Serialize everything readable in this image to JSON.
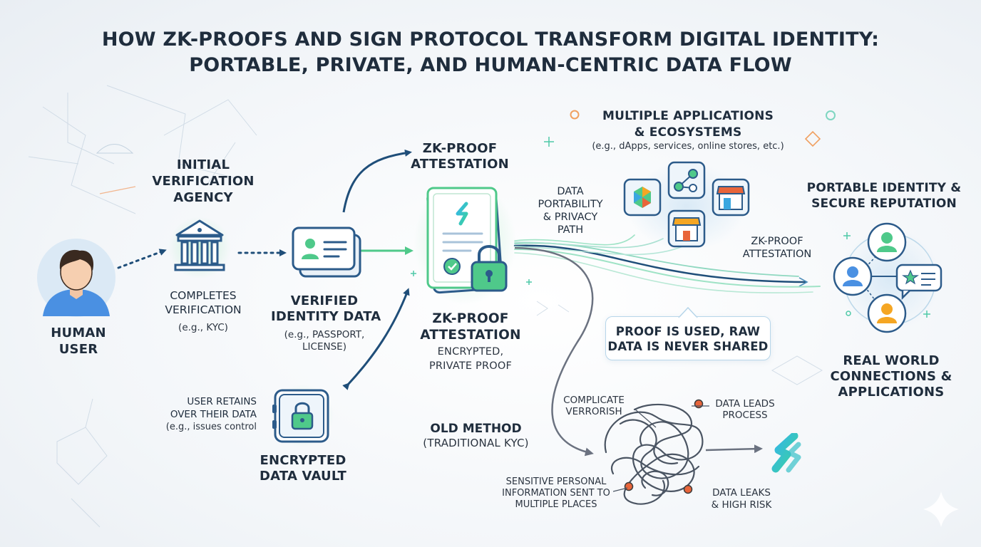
{
  "title": {
    "line1": "HOW ZK-PROOFS AND SIGN PROTOCOL TRANSFORM DIGITAL IDENTITY:",
    "line2": "PORTABLE, PRIVATE, AND HUMAN-CENTRIC DATA FLOW"
  },
  "human_user": {
    "line1": "HUMAN",
    "line2": "USER",
    "icon": "person-icon"
  },
  "agency": {
    "title1": "INITIAL",
    "title2": "VERIFICATION",
    "title3": "AGENCY",
    "caption1": "COMPLETES",
    "caption2": "VERIFICATION",
    "example": "(e.g., KYC)",
    "icon": "bank-building-icon"
  },
  "identity": {
    "title1": "VERIFIED",
    "title2": "IDENTITY DATA",
    "example1": "(e.g., PASSPORT,",
    "example2": "LICENSE)",
    "icon": "id-card-icon"
  },
  "vault": {
    "title1": "ENCRYPTED",
    "title2": "DATA VAULT",
    "note1": "USER RETAINS",
    "note2": "OVER THEIR  DATA",
    "note3": "(e.g., issues control",
    "icon": "safe-lock-icon"
  },
  "attestation_top": {
    "line1": "ZK-PROOF",
    "line2": "ATTESTATION"
  },
  "attestation_center": {
    "line1": "ZK-PROOF",
    "line2": "ATTESTATION",
    "caption1": "ENCRYPTED,",
    "caption2": "PRIVATE PROOF",
    "icon": "certificate-lock-icon"
  },
  "portability": {
    "line1": "DATA",
    "line2": "PORTABILITY",
    "line3": "& PRIVACY",
    "line4": "PATH"
  },
  "applications": {
    "title1": "MULTIPLE APPLICATIONS",
    "title2": "& ECOSYSTEMS",
    "example": "(e.g., dApps, services, online stores, etc.)",
    "icons": [
      "hexagon-app-icon",
      "network-nodes-icon",
      "storefront-icon",
      "shop-icon"
    ]
  },
  "attestation_right": {
    "line1": "ZK-PROOF",
    "line2": "ATTESTATION"
  },
  "portable": {
    "title1": "PORTABLE IDENTITY &",
    "title2": "SECURE REPUTATION",
    "caption1": "REAL WORLD",
    "caption2": "CONNECTIONS &",
    "caption3": "APPLICATIONS",
    "icons": [
      "user-avatar-icon",
      "user-avatar-icon",
      "user-avatar-icon",
      "star-message-icon"
    ]
  },
  "callout": {
    "line1": "PROOF IS USED, RAW",
    "line2": "DATA IS NEVER SHARED"
  },
  "old_method": {
    "title1": "OLD METHOD",
    "title2": "(TRADITIONAL KYC)",
    "label_complicate1": "COMPLICATE",
    "label_complicate2": "VERRORISH",
    "label_leads1": "DATA LEADS",
    "label_leads2": "PROCESS",
    "label_sensitive1": "SENSITIVE PERSONAL",
    "label_sensitive2": "INFORMATION SENT TO",
    "label_sensitive3": "MULTIPLE PLACES",
    "label_leaks1": "DATA LEAKS",
    "label_leaks2": "& HIGH RISK",
    "icons": [
      "tangled-lines-icon",
      "sign-protocol-logo-icon"
    ]
  },
  "colors": {
    "text": "#1f2d3d",
    "navy_arrow": "#1f4e79",
    "green_arrow": "#4fc98a",
    "teal_accent": "#3cc7b3",
    "alert_orange": "#e8653a",
    "icon_blue": "#2c5b8a"
  }
}
